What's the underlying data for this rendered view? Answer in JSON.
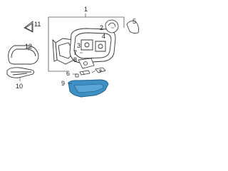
{
  "callouts": {
    "c1": "1",
    "c2": "2",
    "c3": "3",
    "c4": "4",
    "c5": "5",
    "c6": "6",
    "c7": "7",
    "c8": "8",
    "c9": "9",
    "c10": "10",
    "c11": "11",
    "c12": "12"
  },
  "colors": {
    "line": "#333333",
    "highlight": "#3d8fc4",
    "highlight_dark": "#1f5f8b",
    "frame": "#555555"
  }
}
